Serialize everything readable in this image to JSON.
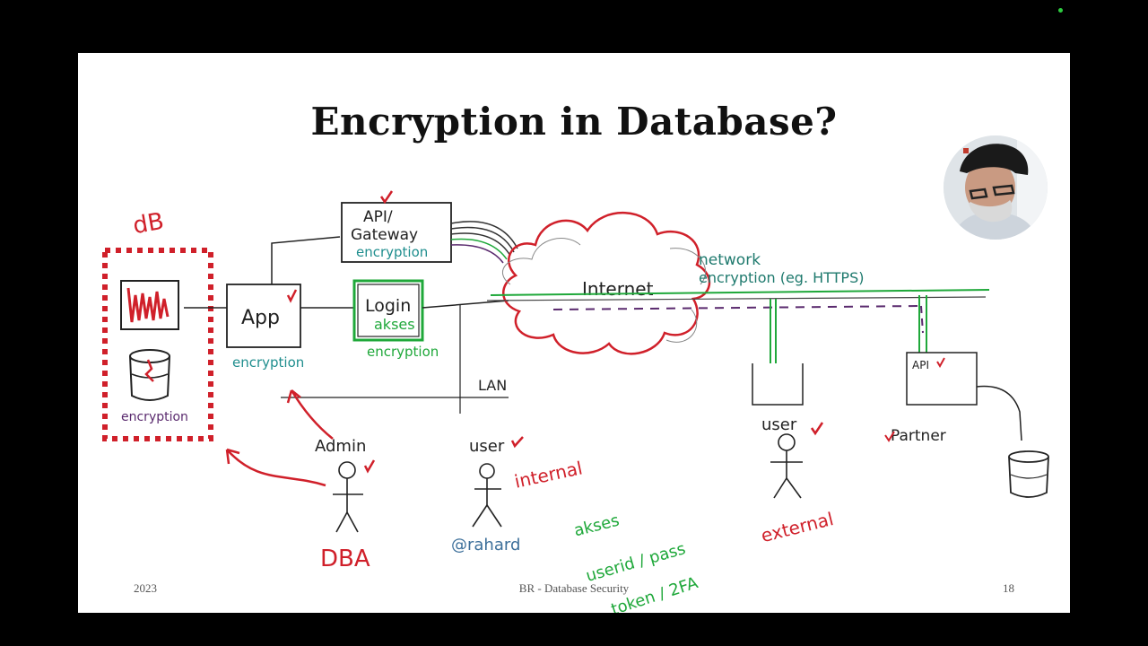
{
  "slide": {
    "title": "Encryption in Database?",
    "footer": {
      "year": "2023",
      "center": "BR - Database Security",
      "page": "18"
    }
  },
  "diagram": {
    "db_group_label": "dB",
    "db_encryption_label": "encryption",
    "app_label": "App",
    "app_encryption_label": "encryption",
    "api_gateway_label_line1": "API/",
    "api_gateway_label_line2": "Gateway",
    "api_gateway_encryption_label": "encryption",
    "login_label": "Login",
    "login_sublabel": "akses",
    "login_encryption_label": "encryption",
    "internet_label": "Internet",
    "network_encryption_line1": "network",
    "network_encryption_line2": "encryption (eg. HTTPS)",
    "lan_label": "LAN",
    "admin_label": "Admin",
    "dba_label": "DBA",
    "user_internal_label": "user",
    "internal_label": "internal",
    "user_external_label": "user",
    "external_label": "external",
    "api_partner_label": "API",
    "partner_label": "Partner",
    "handle": "@rahard",
    "access_notes": [
      "akses",
      "userid / pass",
      "token / 2FA"
    ]
  },
  "colors": {
    "red_ink": "#d0202a",
    "green_ink": "#1fa83a",
    "teal_ink": "#1f8e8e",
    "purple_ink": "#5a2a6e",
    "pen_ink": "#222222",
    "handle_blue": "#3c6f9a",
    "status_dot": "#2ecc40"
  }
}
